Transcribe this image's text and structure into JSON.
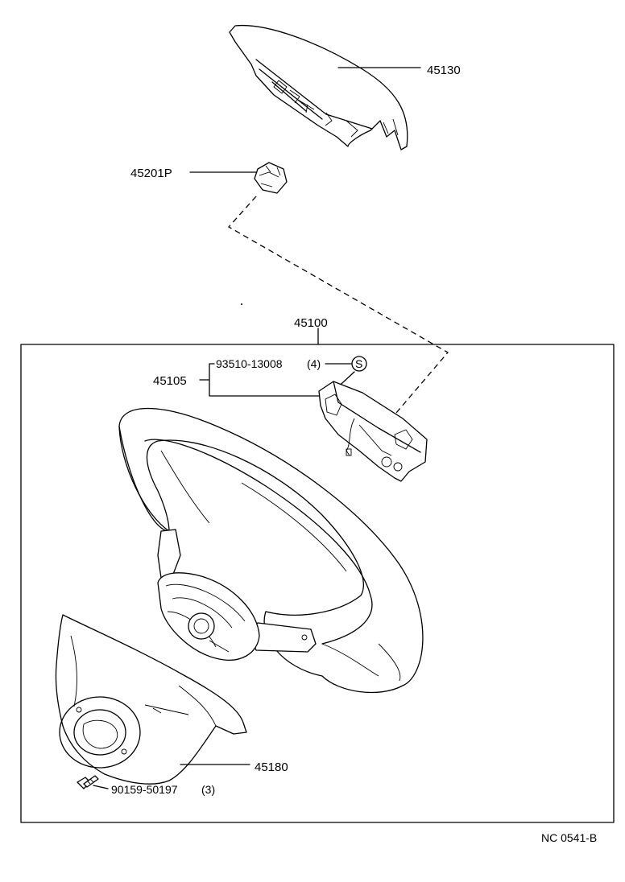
{
  "labels": {
    "horn_pad": "45130",
    "spiral_cable": "45201P",
    "wheel_assy": "45100",
    "sub_assy": "45105",
    "screw": "93510-13008",
    "screw_qty": "(4)",
    "screw_symbol": "S",
    "lower_cover": "45180",
    "bolt": "90159-50197",
    "bolt_qty": "(3)",
    "figure_code": "NC 0541-B"
  }
}
